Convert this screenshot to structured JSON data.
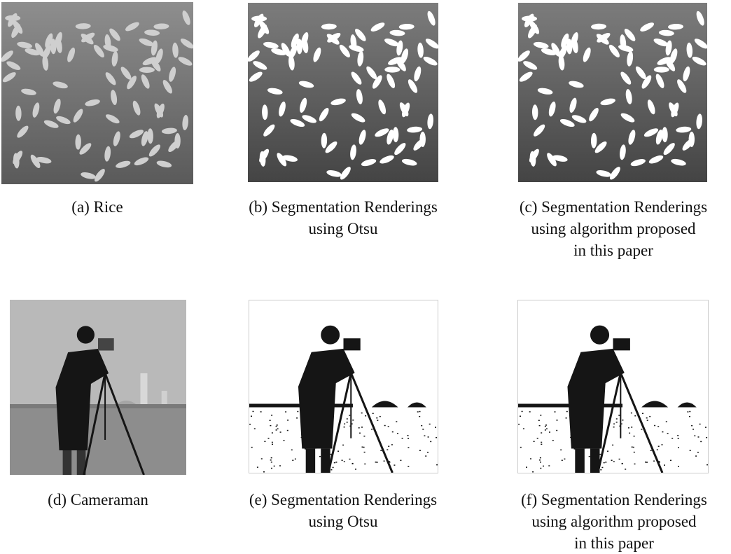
{
  "figure": {
    "panels": [
      {
        "id": "a",
        "kind": "rice-original",
        "caption_lines": [
          "(a) Rice"
        ]
      },
      {
        "id": "b",
        "kind": "rice-otsu",
        "caption_lines": [
          "(b) Segmentation Renderings",
          "using Otsu"
        ]
      },
      {
        "id": "c",
        "kind": "rice-proposed",
        "caption_lines": [
          "(c) Segmentation Renderings",
          "using algorithm proposed",
          "in this paper"
        ]
      },
      {
        "id": "d",
        "kind": "cameraman-original",
        "caption_lines": [
          "(d) Cameraman"
        ]
      },
      {
        "id": "e",
        "kind": "cameraman-otsu",
        "caption_lines": [
          "(e) Segmentation Renderings",
          "using Otsu"
        ]
      },
      {
        "id": "f",
        "kind": "cameraman-proposed",
        "caption_lines": [
          "(f) Segmentation Renderings",
          "using algorithm proposed",
          "in this paper"
        ]
      }
    ]
  }
}
